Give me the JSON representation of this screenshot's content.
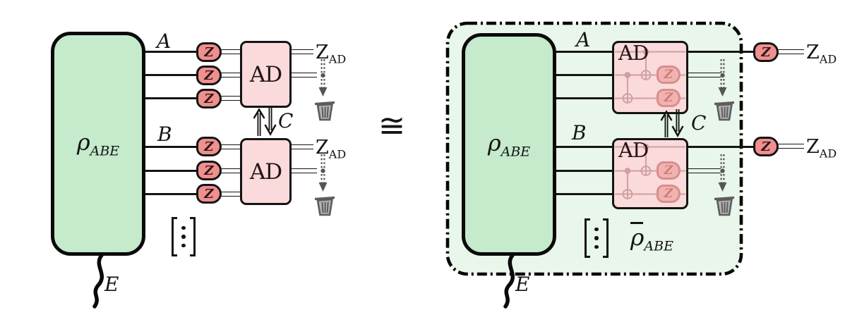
{
  "figure": {
    "type": "quantum-circuit-equivalence",
    "equivalence_symbol": "≅"
  },
  "colors": {
    "state_fill": "#c5eacc",
    "container_fill": "#e9f6eb",
    "ad_fill": "#fadadb",
    "meter_fill": "#ef8f8e",
    "stroke": "#141414",
    "faded_circuit": "#d0a0a0",
    "trash_grey": "#5d5d5d"
  },
  "left": {
    "state": {
      "base": "ρ",
      "sub": "ABE"
    },
    "port_a": "A",
    "port_b": "B",
    "port_c": "C",
    "port_e": "E",
    "meter": "Z",
    "ad_top": "AD",
    "ad_bottom": "AD",
    "zad": {
      "base": "Z",
      "sub": "AD"
    },
    "vdots": "⋮"
  },
  "right": {
    "state": {
      "base": "ρ",
      "sub": "ABE"
    },
    "avg_state": {
      "base": "ρ",
      "sub": "ABE"
    },
    "port_a": "A",
    "port_b": "B",
    "port_c": "C",
    "port_e": "E",
    "meter": "Z",
    "meter_faded": "Z",
    "ad_top": "AD",
    "ad_bottom": "AD",
    "zad": {
      "base": "Z",
      "sub": "AD"
    },
    "vdots": "⋮"
  }
}
